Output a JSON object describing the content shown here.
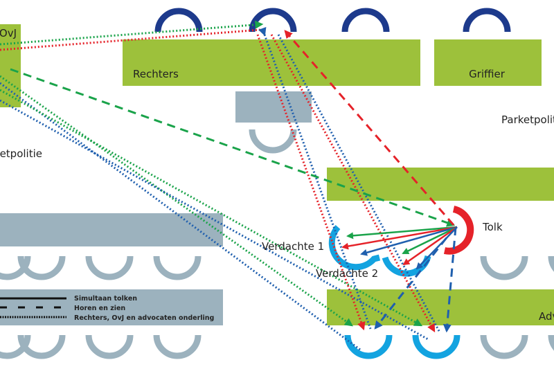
{
  "colors": {
    "block_green": "#9dc13b",
    "block_gray": "#9cb2be",
    "seat_navy": "#1d3a8c",
    "seat_cyan": "#13a3e0",
    "seat_red": "#e52229",
    "line_green": "#1aa34a",
    "line_red": "#e52229",
    "line_blue": "#1f5fae"
  },
  "labels": {
    "ovj": "OvJ",
    "rechters": "Rechters",
    "griffier": "Griffier",
    "parketpolitie_left": "Parketpolitie",
    "parketpolitie_right": "Parketpolitie",
    "tolk": "Tolk",
    "verdachte1": "Verdachte 1",
    "verdachte2": "Verdachte 2",
    "advocaten": "Advocaten"
  },
  "legend": [
    {
      "style": "solid",
      "label": "Simultaan tolken"
    },
    {
      "style": "dashed",
      "label": "Horen en zien"
    },
    {
      "style": "dotted",
      "label": "Rechters, OvJ en advocaten onderling"
    }
  ]
}
